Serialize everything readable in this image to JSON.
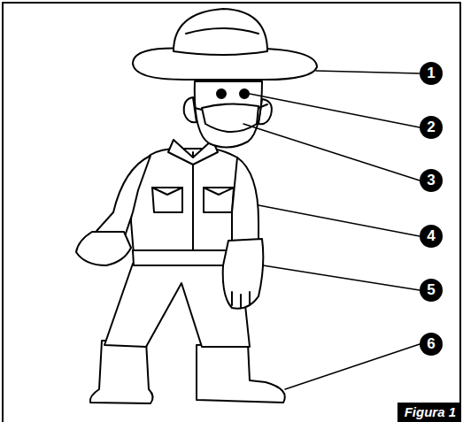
{
  "diagram": {
    "labels": [
      "1",
      "2",
      "3",
      "4",
      "5",
      "6",
      "Figura 1"
    ]
  }
}
